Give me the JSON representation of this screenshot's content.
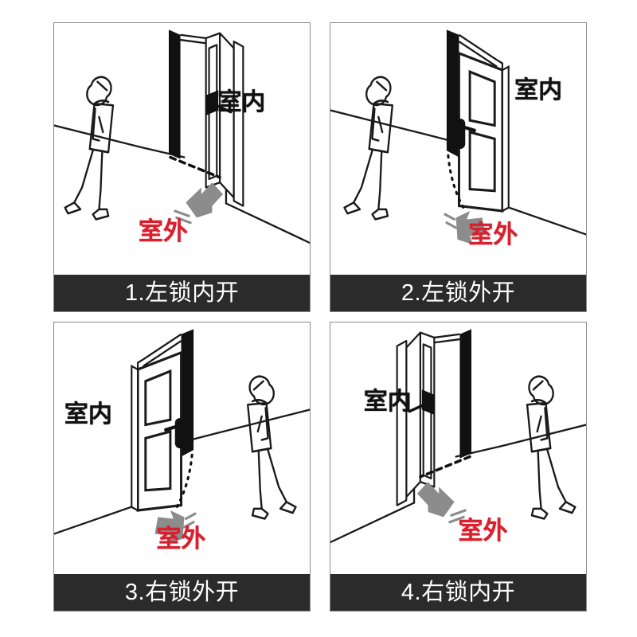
{
  "page": {
    "title": "门锁开向示意图",
    "background": "#ffffff",
    "panel_border_color": "#8a8a8a",
    "caption_bar_color": "#2b2b2b",
    "caption_text_color": "#ffffff",
    "indoor_label_color": "#111111",
    "outdoor_label_color": "#d8202e",
    "arrow_color": "#8c8c8c",
    "line_color": "#1a1a1a"
  },
  "labels": {
    "indoor": "室内",
    "outdoor": "室外"
  },
  "panels": [
    {
      "id": "panel-1",
      "number": "1.",
      "caption": "1.左锁内开",
      "indoor_label": "室内",
      "outdoor_label": "室外",
      "hinge_side": "left",
      "swing": "inward",
      "person_side": "left",
      "arrow_direction": "up-right"
    },
    {
      "id": "panel-2",
      "number": "2.",
      "caption": "2.左锁外开",
      "indoor_label": "室内",
      "outdoor_label": "室外",
      "hinge_side": "left",
      "swing": "outward",
      "person_side": "left",
      "arrow_direction": "down-right"
    },
    {
      "id": "panel-3",
      "number": "3.",
      "caption": "3.右锁外开",
      "indoor_label": "室内",
      "outdoor_label": "室外",
      "hinge_side": "right",
      "swing": "outward",
      "person_side": "right",
      "arrow_direction": "down-left"
    },
    {
      "id": "panel-4",
      "number": "4.",
      "caption": "4.右锁内开",
      "indoor_label": "室内",
      "outdoor_label": "室外",
      "hinge_side": "right",
      "swing": "inward",
      "person_side": "right",
      "arrow_direction": "up-left"
    }
  ]
}
